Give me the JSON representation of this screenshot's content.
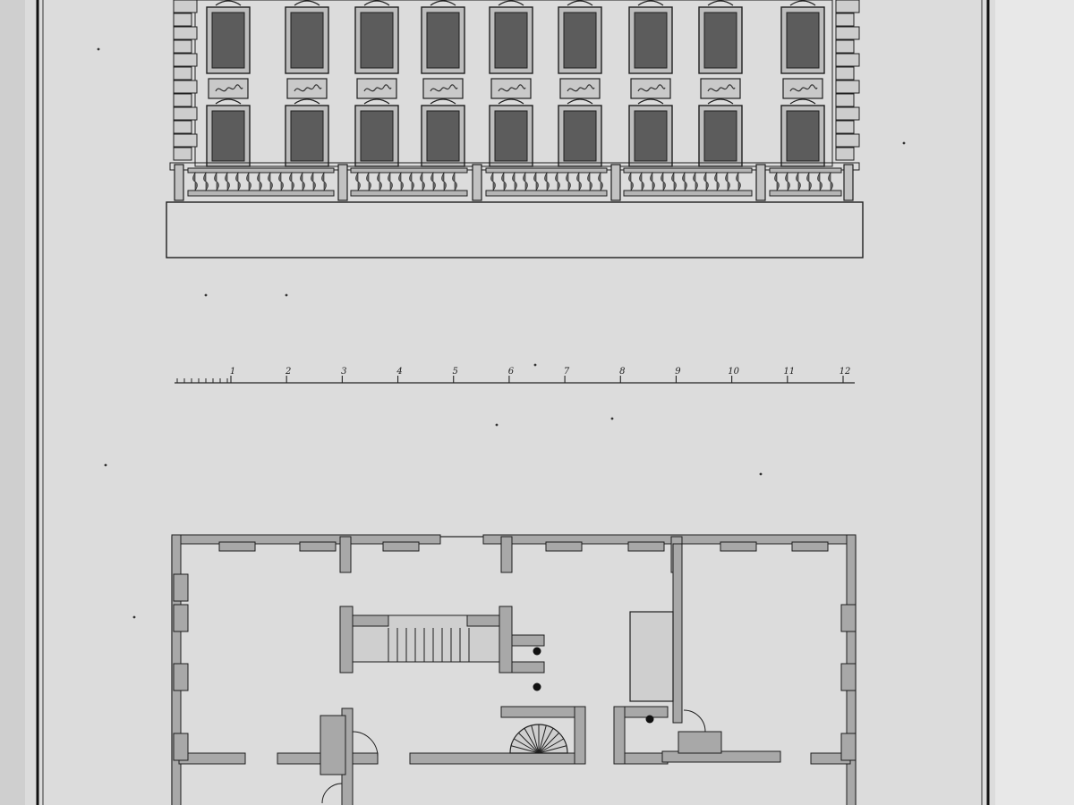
{
  "drawing": {
    "scale_bar": {
      "labels": [
        "1",
        "2",
        "3",
        "4",
        "5",
        "6",
        "7",
        "8",
        "9",
        "10",
        "11",
        "12"
      ]
    },
    "elevation": {
      "upper_window_count": 9,
      "lower_window_count": 9,
      "balustrade_sections": 5
    },
    "plan": {
      "spiral_stair_count": 1,
      "straight_stair_count": 1
    },
    "colors": {
      "paper": "#dcdcdc",
      "ink": "#1e1e1e",
      "wash": "#a8a8a8",
      "window_fill": "#5c5c5c"
    }
  }
}
